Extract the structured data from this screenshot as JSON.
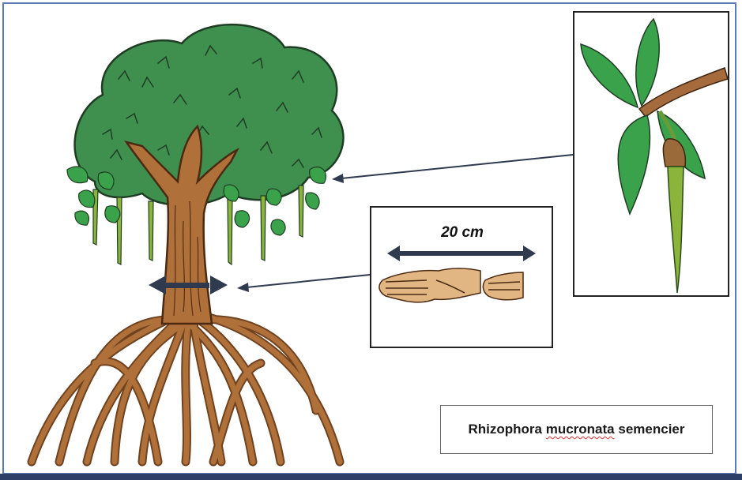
{
  "measurement": {
    "label": "20 cm"
  },
  "caption": {
    "word1": "Rhizophora",
    "word2": "mucronata",
    "word3": "semencier"
  },
  "colors": {
    "canopy": "#3f8f4f",
    "canopy_dark": "#2c6b39",
    "trunk": "#b0703a",
    "trunk_dark": "#6f4220",
    "leaf": "#3aa24a",
    "propagule": "#8ab43a",
    "skin": "#e2b682",
    "arrow": "#2f3a4f",
    "frame_border": "#5b79b8"
  }
}
